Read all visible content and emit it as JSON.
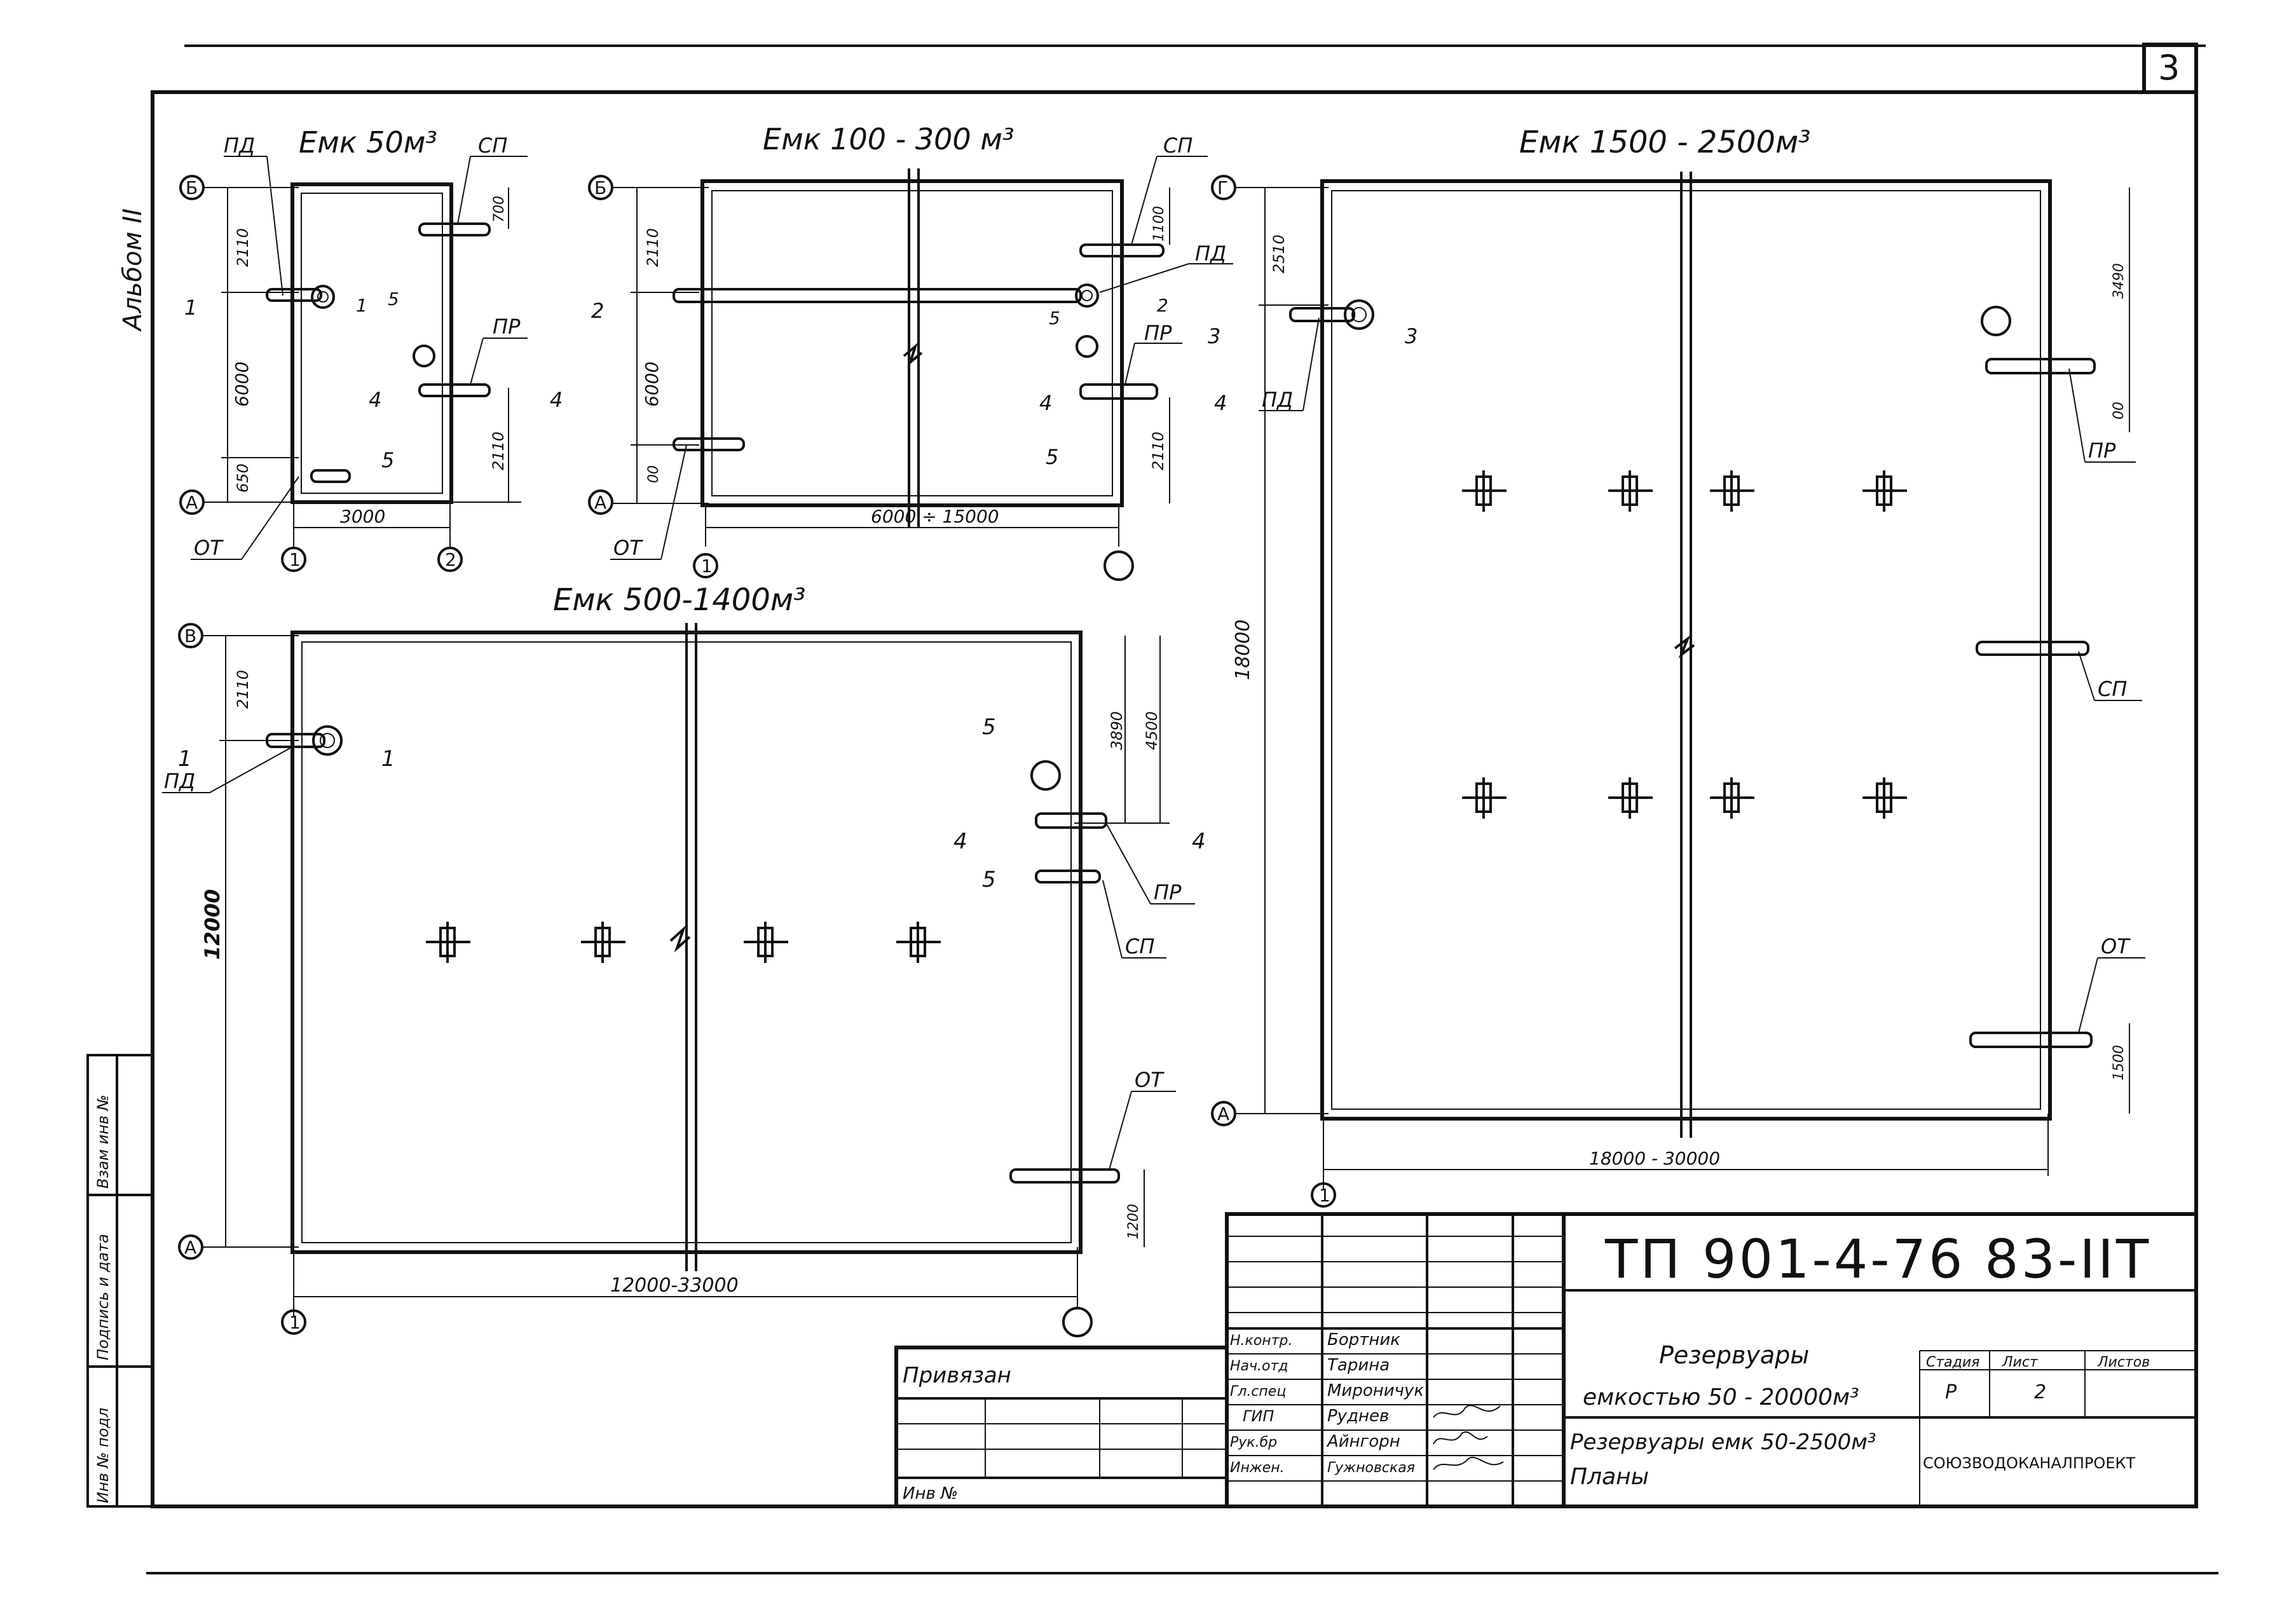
{
  "sheet": {
    "page_number": "3",
    "album_label": "Альбом II",
    "side_stamp": [
      "Инв № подл",
      "Подпись и дата",
      "Взам инв №"
    ]
  },
  "plan_50": {
    "title": "Емк 50м³",
    "axis_b": "Б",
    "axis_a": "А",
    "axis_1": "1",
    "axis_2": "2",
    "dims": [
      "2110",
      "6000",
      "650",
      "700",
      "2110",
      "3000"
    ],
    "labels": [
      "ПД",
      "СП",
      "ПР",
      "ОТ"
    ],
    "sections": [
      "1",
      "1",
      "5",
      "4",
      "4",
      "5"
    ]
  },
  "plan_100": {
    "title": "Емк 100 - 300 м³",
    "axis_b": "Б",
    "axis_a": "А",
    "axis_1": "1",
    "dims": [
      "2110",
      "6000",
      "00",
      "1100",
      "2110",
      "6000 ÷ 15000"
    ],
    "labels": [
      "СП",
      "ПД",
      "ПР",
      "ОТ"
    ],
    "sections": [
      "2",
      "2",
      "5",
      "4",
      "4",
      "5"
    ]
  },
  "plan_1500": {
    "title": "Емк 1500 - 2500м³",
    "axis_g": "Г",
    "axis_a": "А",
    "axis_1": "1",
    "dims": [
      "2510",
      "18000",
      "3490",
      "00",
      "1500",
      "18000 - 30000"
    ],
    "labels": [
      "ПД",
      "ПР",
      "СП",
      "ОТ"
    ],
    "sections": [
      "3",
      "3"
    ]
  },
  "plan_500": {
    "title": "Емк 500-1400м³",
    "axis_v": "В",
    "axis_a": "А",
    "axis_1": "1",
    "dims": [
      "2110",
      "12000",
      "3890",
      "4500",
      "1200",
      "12000-33000"
    ],
    "labels": [
      "ПД",
      "ПР",
      "СП",
      "ОТ"
    ],
    "sections": [
      "1",
      "1",
      "5",
      "4",
      "4",
      "5"
    ]
  },
  "title_block": {
    "code": "ТП 901-4-76 83-IIТ",
    "roles": [
      "Н.контр.",
      "Нач.отд",
      "Гл.спец",
      "ГИП",
      "Рук.бр",
      "Инжен."
    ],
    "names": [
      "Бортник",
      "Тарина",
      "Мироничук",
      "Руднев",
      "Айнгорн",
      "Гужновская"
    ],
    "signatures": [
      "Руднев",
      "Айнгорн",
      "Гужн"
    ],
    "privyazan": "Привязан",
    "inv_no": "Инв №",
    "object_title_1": "Резервуары",
    "object_title_2": "емкостью 50 - 20000м³",
    "stage_header": "Стадия",
    "sheet_header": "Лист",
    "sheets_header": "Листов",
    "stage_value": "Р",
    "sheet_value": "2",
    "drawing_title_1": "Резервуары емк 50-2500м³",
    "drawing_title_2": "Планы",
    "org": "СОЮЗВОДОКАНАЛПРОЕКТ"
  }
}
